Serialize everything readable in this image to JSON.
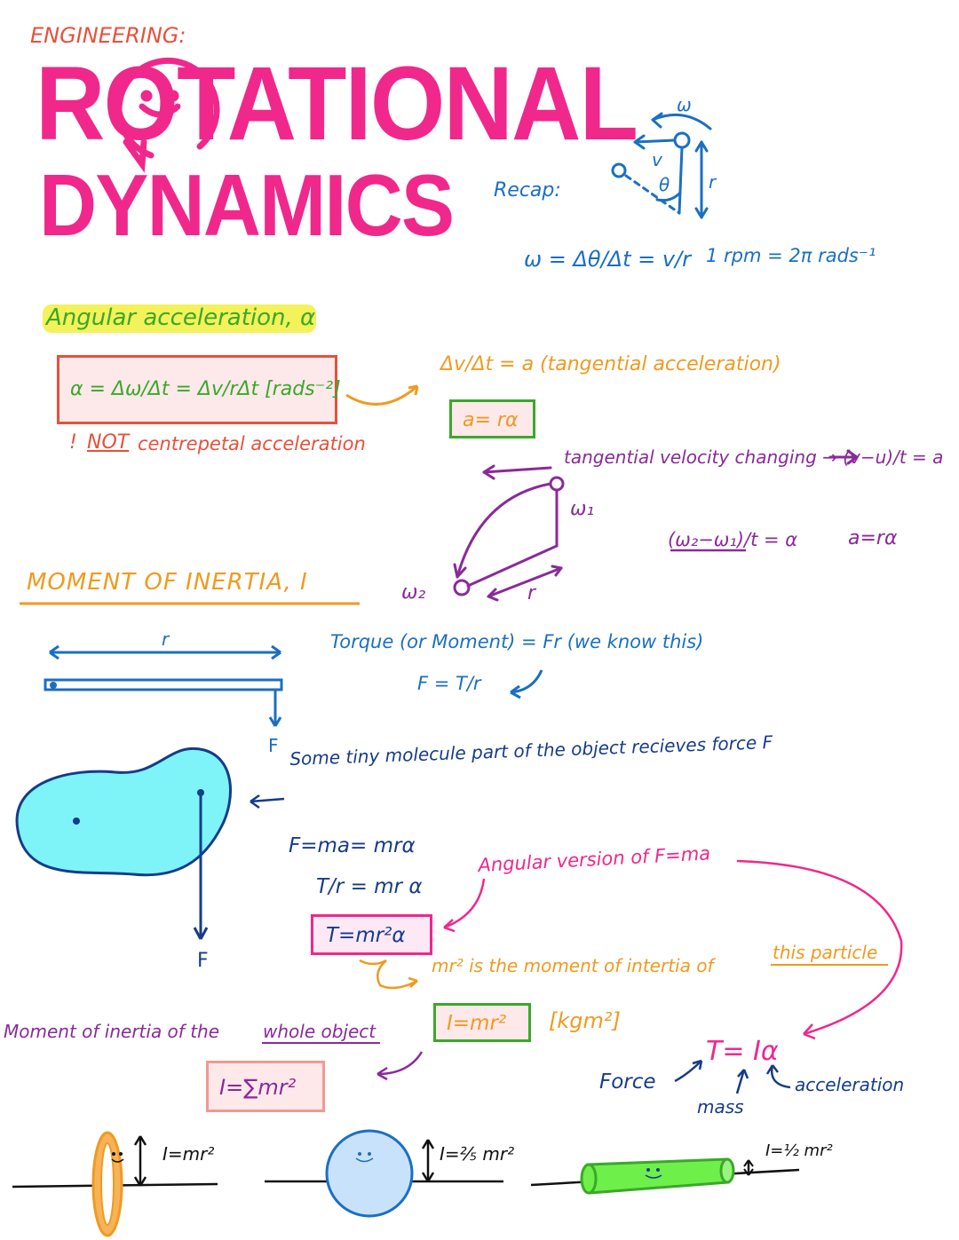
{
  "header": {
    "category": "ENGINEERING:",
    "title_line1": "ROTATIONAL",
    "title_line2": "DYNAMICS"
  },
  "recap": {
    "label": "Recap:",
    "diagram_labels": {
      "omega": "ω",
      "v": "v",
      "theta": "θ",
      "r": "r"
    },
    "formula": "ω = Δθ/Δt = v/r",
    "rpm": "1 rpm = 2π rads⁻¹"
  },
  "angular_acceleration": {
    "heading": "Angular acceleration, α",
    "formula": "α = Δω/Δt = Δv/rΔt   [rads⁻²]",
    "warning_mark": "!",
    "warning_not": "NOT",
    "warning_rest": "centrepetal acceleration",
    "tangential": "Δv/Δt = a  (tangential acceleration)",
    "a_box": "a= rα",
    "velocity_note": "tangential velocity changing → (v−u)/t = a",
    "omega1": "ω₁",
    "omega2": "ω₂",
    "r_label": "r",
    "omega_formula": "(ω₂−ω₁)/t = α",
    "a_formula": "a=rα"
  },
  "moment_of_inertia": {
    "heading": "MOMENT OF INERTIA, I",
    "rod_r": "r",
    "rod_f": "F",
    "torque": "Torque (or Moment) = Fr   (we know this)",
    "f_eq": "F = T/r",
    "molecule_note": "Some tiny molecule part of the object recieves force F",
    "blob_f": "F",
    "f_ma": "F=ma= mrα",
    "t_over_r": "T/r = mr α",
    "t_box": "T=mr²α",
    "angular_version": "Angular version of F=ma",
    "mr2_note_start": "mr² is the moment of intertia of",
    "mr2_note_underline": "this particle",
    "i_box": "I=mr²",
    "unit": "[kgm²]",
    "whole_object_start": "Moment of inertia of the",
    "whole_object_underline": "whole object",
    "sum_box": "I=∑mr²",
    "t_i_alpha": "T= Iα",
    "force_label": "Force",
    "mass_label": "mass",
    "acceleration_label": "acceleration"
  },
  "shapes": {
    "ring": "I=mr²",
    "sphere": "I=⅖ mr²",
    "cylinder": "I=½ mr²"
  },
  "colors": {
    "title_pink": "#f0288c",
    "category_red": "#e8503a",
    "blue": "#1a6fc4",
    "green": "#3aa82a",
    "orange": "#f09a20",
    "purple": "#8a2a9a",
    "navy": "#163c8a",
    "highlight_yellow": "#f4f25a",
    "blob_cyan": "#7ef4f8"
  }
}
